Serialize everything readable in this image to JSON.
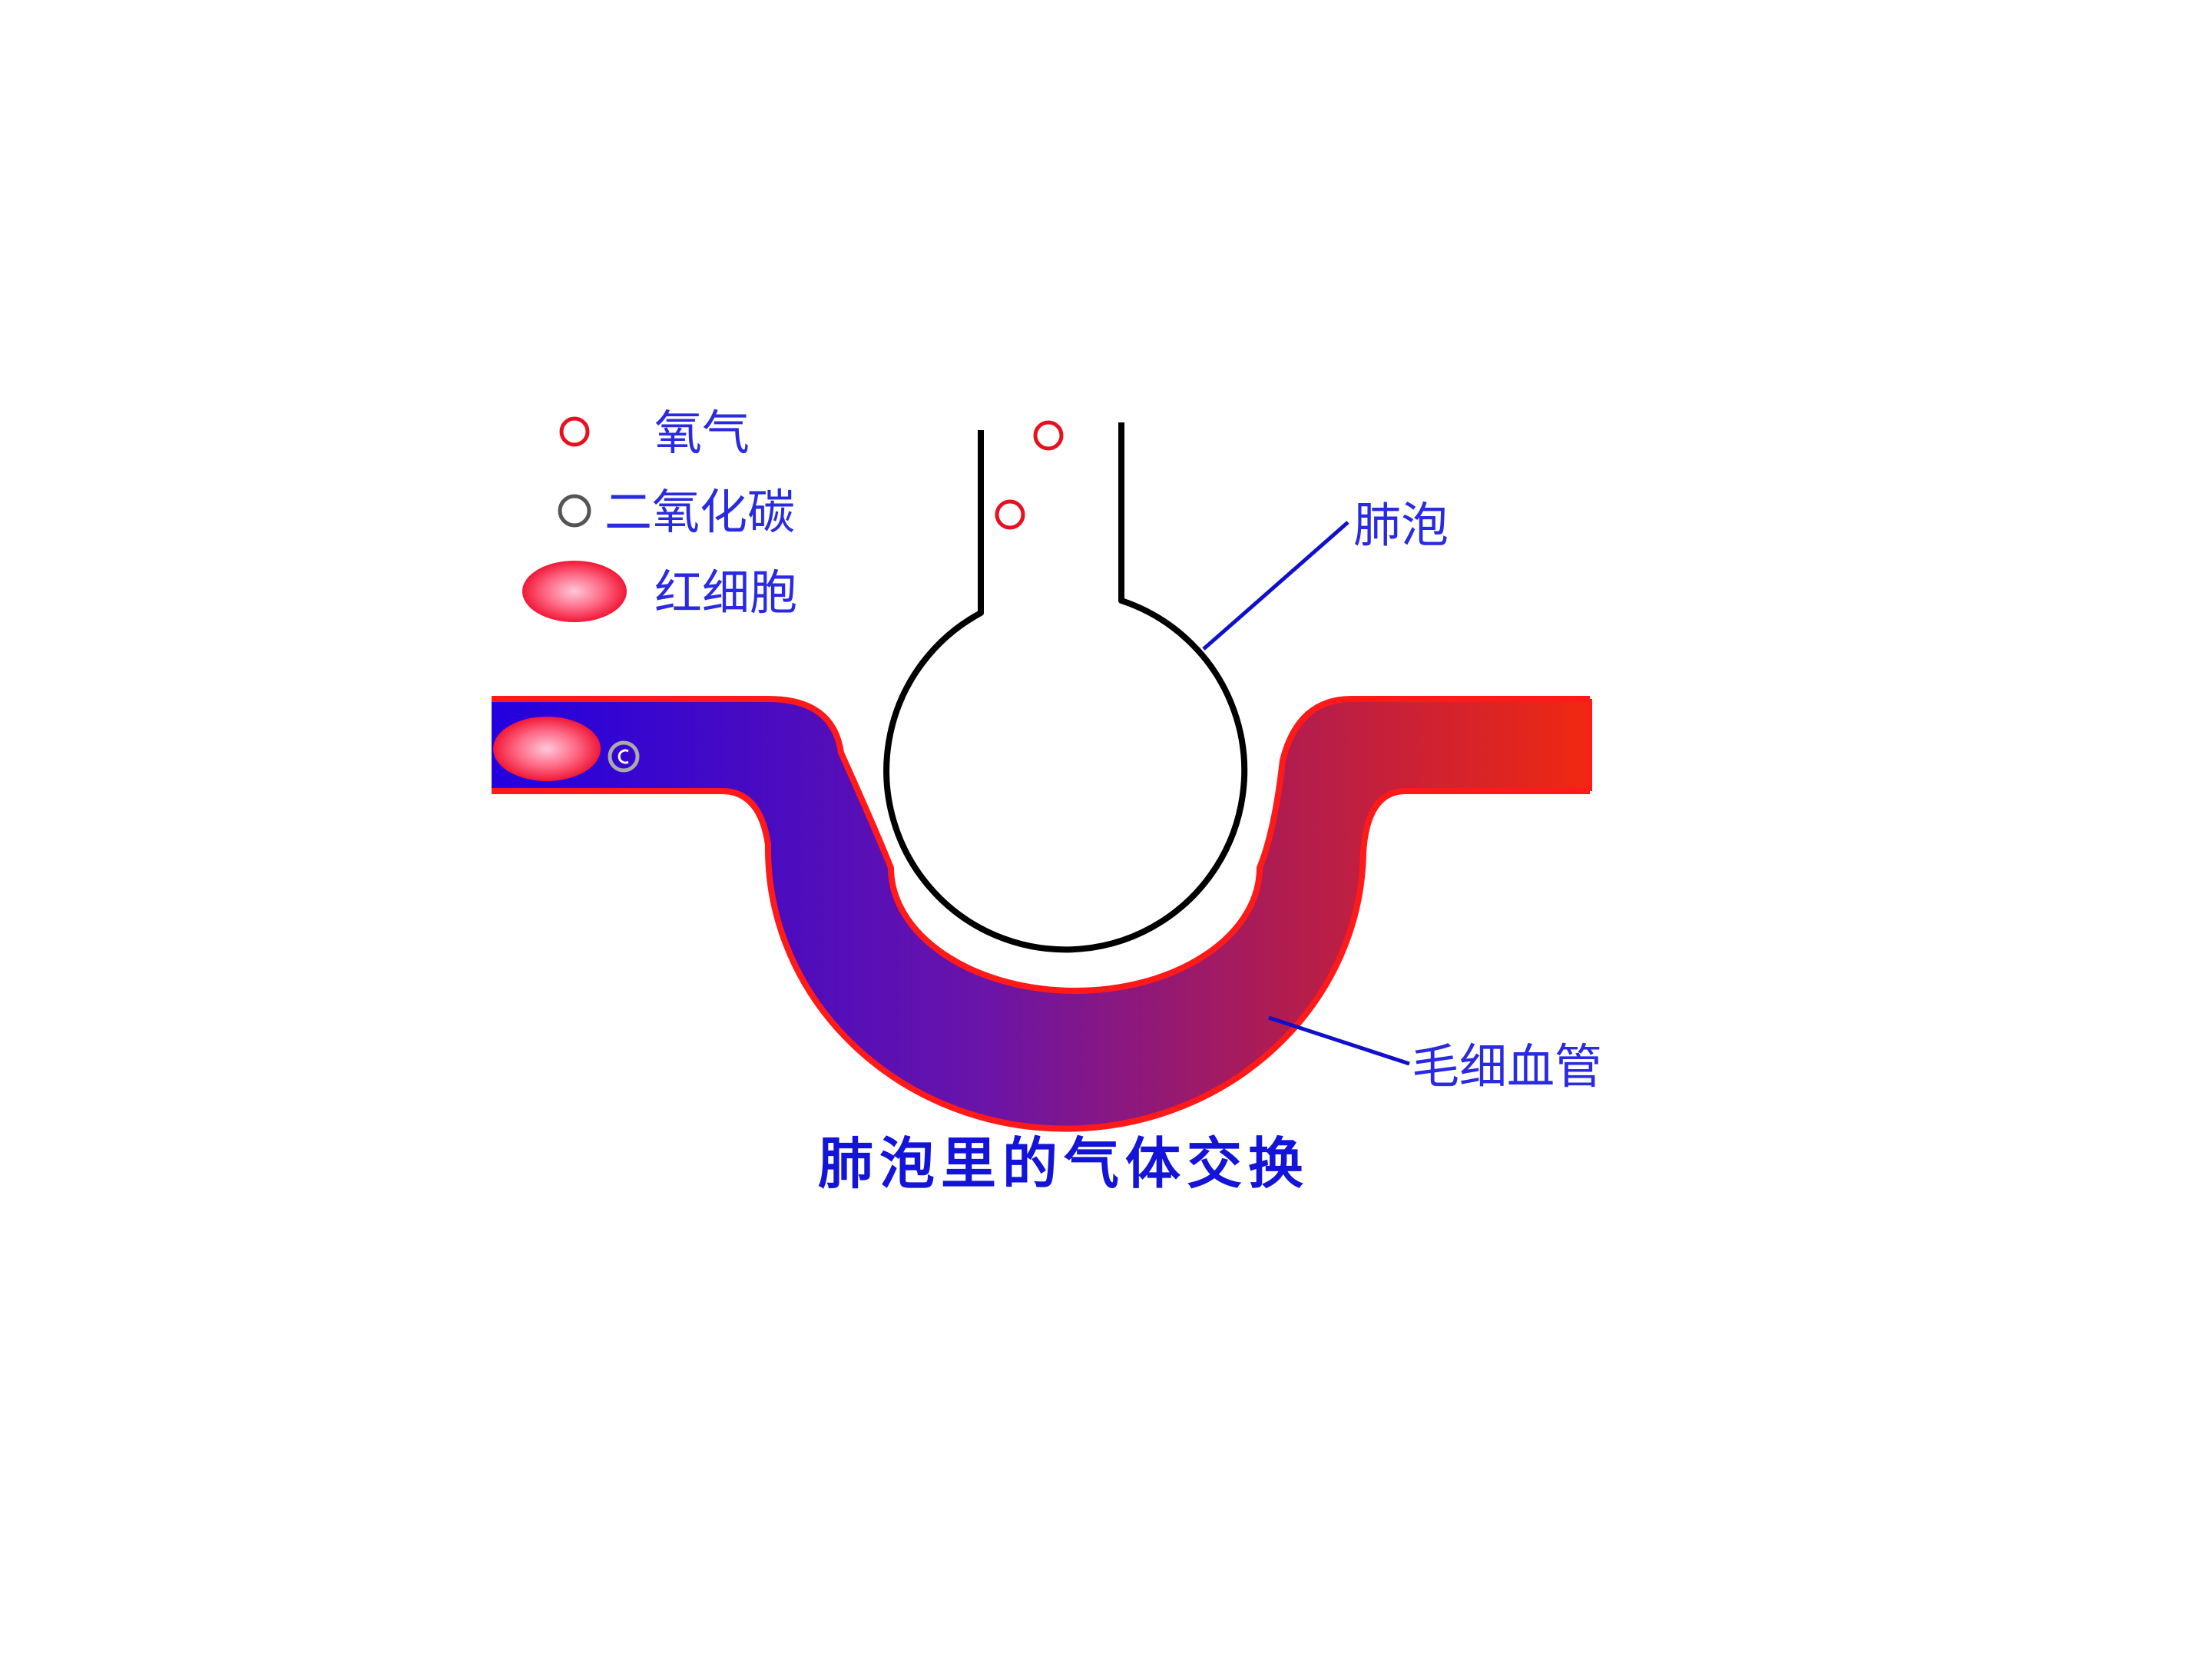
{
  "legend": {
    "oxygen_label": "氧气",
    "co2_label": "二氧化碳",
    "rbc_label": "红细胞"
  },
  "labels": {
    "alveolus": "肺泡",
    "capillary": "毛细血管"
  },
  "title": "肺泡里的气体交换",
  "colors": {
    "oxygen": "#e8101e",
    "co2": "#555555",
    "text": "#2a2ae0",
    "capillary_border": "#ff1a1a",
    "deoxygenated_blood": "#2200e0",
    "oxygenated_blood": "#f02810",
    "alveolus_wall": "#000000",
    "callout_line": "#1010cc"
  },
  "icons": {
    "oxygen": "red-circle-icon",
    "co2": "gray-circle-icon",
    "rbc": "red-blood-cell-icon"
  }
}
